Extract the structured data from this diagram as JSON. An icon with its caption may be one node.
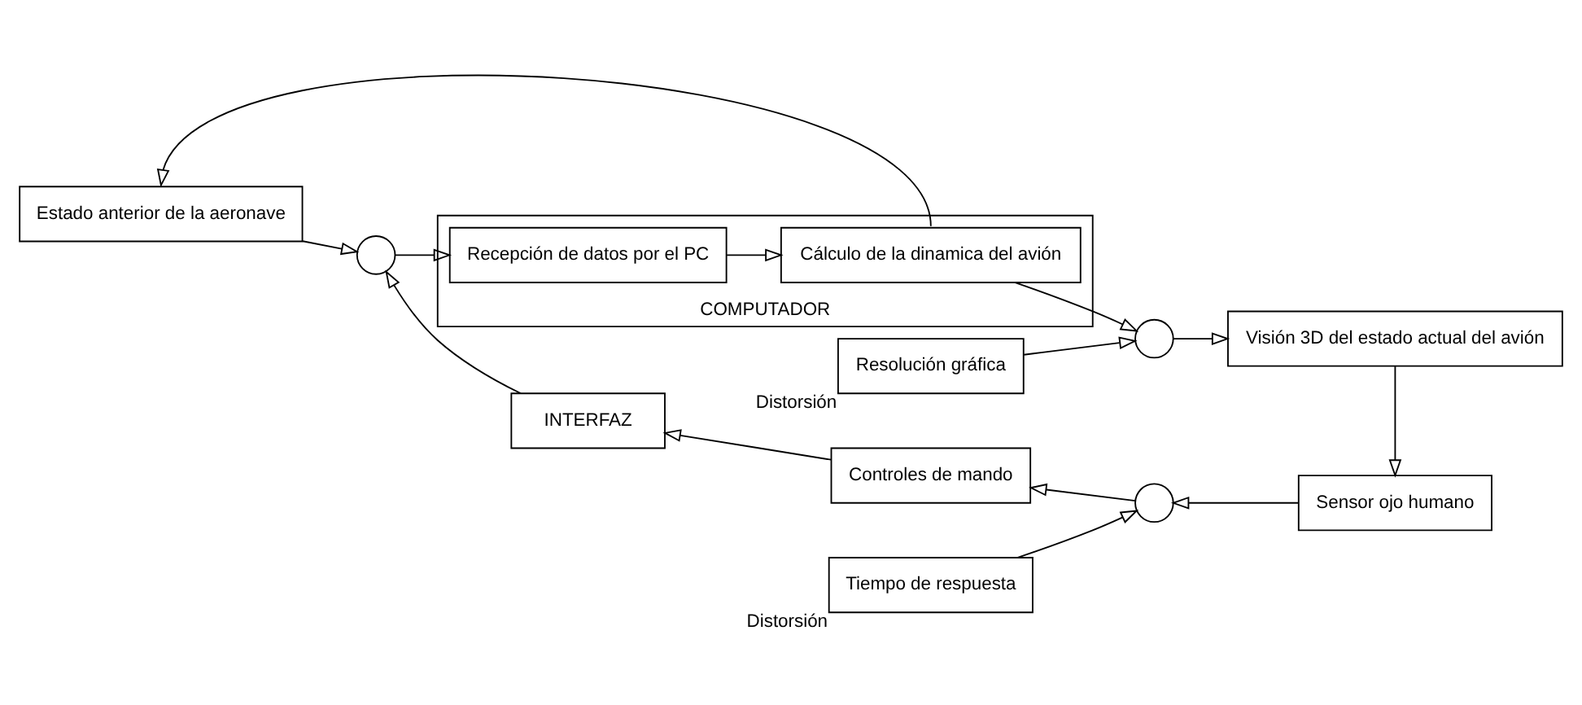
{
  "diagram": {
    "nodes": [
      {
        "text": [
          "Estado anterior de la aeronave"
        ]
      },
      {
        "text": [],
        "shape": "circle"
      },
      {
        "text": [
          "COMPUTADOR"
        ]
      },
      {
        "text": [
          "Recepción de datos por el PC"
        ],
        "in": 2
      },
      {
        "text": [
          "Cálculo de la dinamica del avión"
        ],
        "in": 2
      },
      {
        "text": [
          "Resolución gráfica"
        ],
        "beside": [
          "Distorsión"
        ]
      },
      {
        "text": [],
        "shape": "circle"
      },
      {
        "text": [
          "Visión 3D del estado actual del avión"
        ]
      },
      {
        "text": [
          "Sensor ojo humano"
        ]
      },
      {
        "text": [],
        "shape": "circle"
      },
      {
        "text": [
          "Tiempo de respuesta"
        ],
        "beside": [
          "Distorsión"
        ]
      },
      {
        "text": [
          "Controles de mando"
        ]
      },
      {
        "text": [
          "INTERFAZ"
        ]
      }
    ],
    "edges": [
      {
        "from": 0,
        "to": 1,
        "arrow": "to"
      },
      {
        "from": 1,
        "to": 3,
        "arrow": "to"
      },
      {
        "from": 3,
        "to": 4,
        "arrow": "to"
      },
      {
        "from": 4,
        "to": 6,
        "arrow": "to"
      },
      {
        "from": 4,
        "to": 0,
        "arrow": "to"
      },
      {
        "from": 5,
        "to": 6,
        "arrow": "to"
      },
      {
        "from": 6,
        "to": 7,
        "arrow": "to"
      },
      {
        "from": 7,
        "to": 8,
        "arrow": "to"
      },
      {
        "from": 8,
        "to": 9,
        "arrow": "to"
      },
      {
        "from": 10,
        "to": 9,
        "arrow": "to"
      },
      {
        "from": 9,
        "to": 11,
        "arrow": "to"
      },
      {
        "from": 11,
        "to": 12,
        "arrow": "to"
      },
      {
        "from": 12,
        "to": 1,
        "arrow": "to"
      }
    ]
  }
}
